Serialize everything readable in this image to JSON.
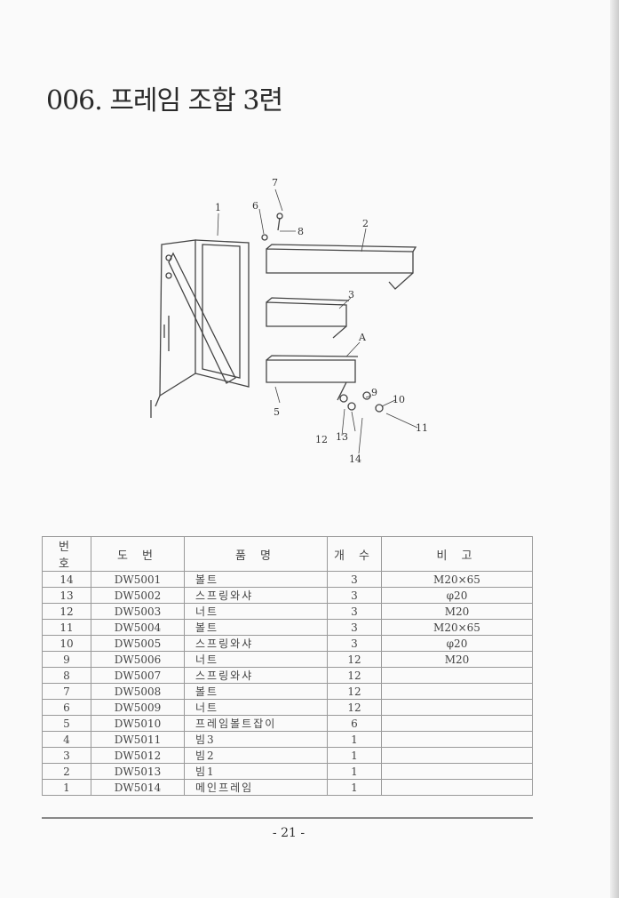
{
  "title": "006. 프레임 조합 3련",
  "diagram": {
    "callouts": [
      "1",
      "2",
      "3",
      "A",
      "5",
      "6",
      "7",
      "8",
      "9",
      "10",
      "11",
      "12",
      "13",
      "14"
    ]
  },
  "table": {
    "headers": [
      "번 호",
      "도 번",
      "품 명",
      "개 수",
      "비 고"
    ],
    "rows": [
      {
        "no": "14",
        "code": "DW5001",
        "name": "볼트",
        "qty": "3",
        "note": "M20×65"
      },
      {
        "no": "13",
        "code": "DW5002",
        "name": "스프링와샤",
        "qty": "3",
        "note": "φ20"
      },
      {
        "no": "12",
        "code": "DW5003",
        "name": "너트",
        "qty": "3",
        "note": "M20"
      },
      {
        "no": "11",
        "code": "DW5004",
        "name": "볼트",
        "qty": "3",
        "note": "M20×65"
      },
      {
        "no": "10",
        "code": "DW5005",
        "name": "스프링와샤",
        "qty": "3",
        "note": "φ20"
      },
      {
        "no": "9",
        "code": "DW5006",
        "name": "너트",
        "qty": "12",
        "note": "M20"
      },
      {
        "no": "8",
        "code": "DW5007",
        "name": "스프링와샤",
        "qty": "12",
        "note": ""
      },
      {
        "no": "7",
        "code": "DW5008",
        "name": "볼트",
        "qty": "12",
        "note": ""
      },
      {
        "no": "6",
        "code": "DW5009",
        "name": "너트",
        "qty": "12",
        "note": ""
      },
      {
        "no": "5",
        "code": "DW5010",
        "name": "프레임볼트잡이",
        "qty": "6",
        "note": ""
      },
      {
        "no": "4",
        "code": "DW5011",
        "name": "빔3",
        "qty": "1",
        "note": ""
      },
      {
        "no": "3",
        "code": "DW5012",
        "name": "빔2",
        "qty": "1",
        "note": ""
      },
      {
        "no": "2",
        "code": "DW5013",
        "name": "빔1",
        "qty": "1",
        "note": ""
      },
      {
        "no": "1",
        "code": "DW5014",
        "name": "메인프레임",
        "qty": "1",
        "note": ""
      }
    ]
  },
  "page_number": "- 21 -"
}
